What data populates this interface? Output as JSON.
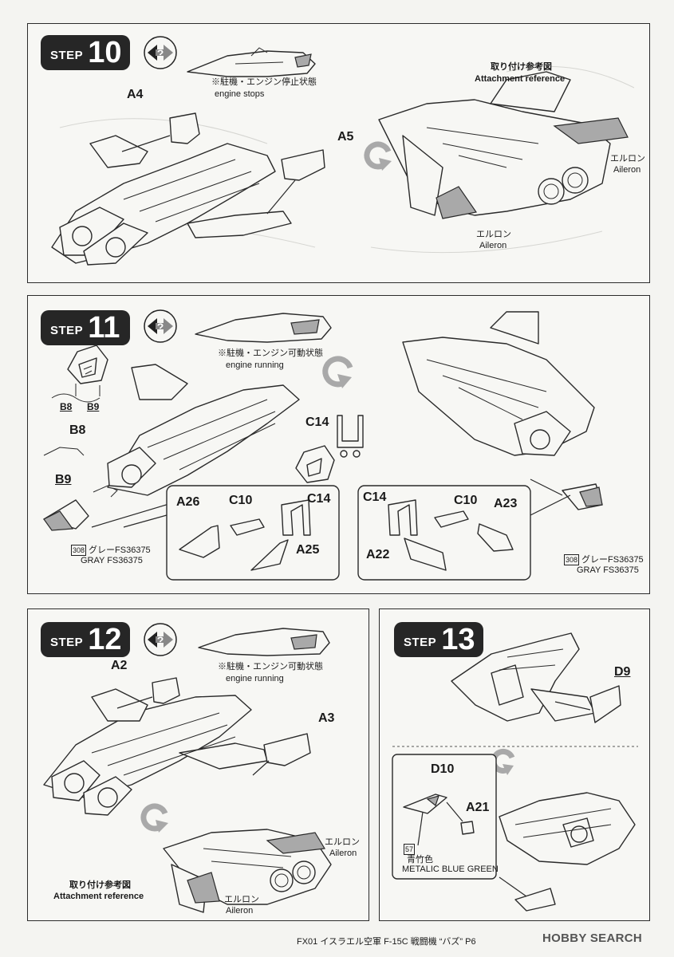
{
  "steps": [
    {
      "number": "10",
      "step_word": "STEP",
      "condition_jp": "※駐機・エンジン停止状態",
      "condition_en": "engine stops",
      "parts": [
        "A4",
        "A5"
      ],
      "reference_jp": "取り付け参考図",
      "reference_en": "Attachment reference",
      "aileron_jp_1": "エルロン",
      "aileron_en_1": "Aileron",
      "aileron_jp_2": "エルロン",
      "aileron_en_2": "Aileron"
    },
    {
      "number": "11",
      "step_word": "STEP",
      "condition_jp": "※駐機・エンジン可動状態",
      "condition_en": "engine running",
      "parts": [
        "B8",
        "B9",
        "B8",
        "B9",
        "C14",
        "A26",
        "C10",
        "C14",
        "A25",
        "C14",
        "C10",
        "A23",
        "A22"
      ],
      "paint_left": {
        "code": "308",
        "jp": "グレーFS36375",
        "en": "GRAY FS36375"
      },
      "paint_right": {
        "code": "308",
        "jp": "グレーFS36375",
        "en": "GRAY FS36375"
      }
    },
    {
      "number": "12",
      "step_word": "STEP",
      "condition_jp": "※駐機・エンジン可動状態",
      "condition_en": "engine running",
      "parts": [
        "A2",
        "A3"
      ],
      "reference_jp": "取り付け参考図",
      "reference_en": "Attachment reference",
      "aileron_jp_1": "エルロン",
      "aileron_en_1": "Aileron",
      "aileron_jp_2": "エルロン",
      "aileron_en_2": "Aileron"
    },
    {
      "number": "13",
      "step_word": "STEP",
      "parts": [
        "D9",
        "D10",
        "A21"
      ],
      "paint": {
        "code": "57",
        "jp": "青竹色",
        "en": "METALIC BLUE GREEN"
      }
    }
  ],
  "footer": "FX01 イスラエル空軍 F-15C 戦闘機 “バズ” P6",
  "watermark": "HOBBY SEARCH",
  "colors": {
    "badge": "#262626",
    "gray_part": "#a9a9a9",
    "rotate_arrow": "#a9a9a9"
  }
}
